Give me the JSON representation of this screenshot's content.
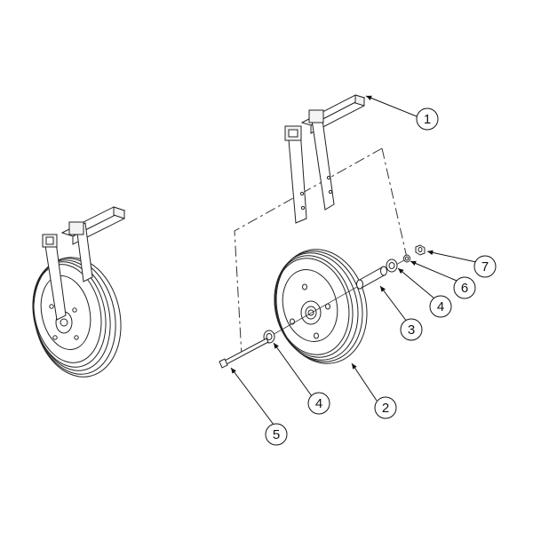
{
  "diagram": {
    "callouts": [
      {
        "id": "c1",
        "number": "1"
      },
      {
        "id": "c2",
        "number": "2"
      },
      {
        "id": "c3",
        "number": "3"
      },
      {
        "id": "c4a",
        "number": "4"
      },
      {
        "id": "c4b",
        "number": "4"
      },
      {
        "id": "c5",
        "number": "5"
      },
      {
        "id": "c6",
        "number": "6"
      },
      {
        "id": "c7",
        "number": "7"
      }
    ]
  }
}
